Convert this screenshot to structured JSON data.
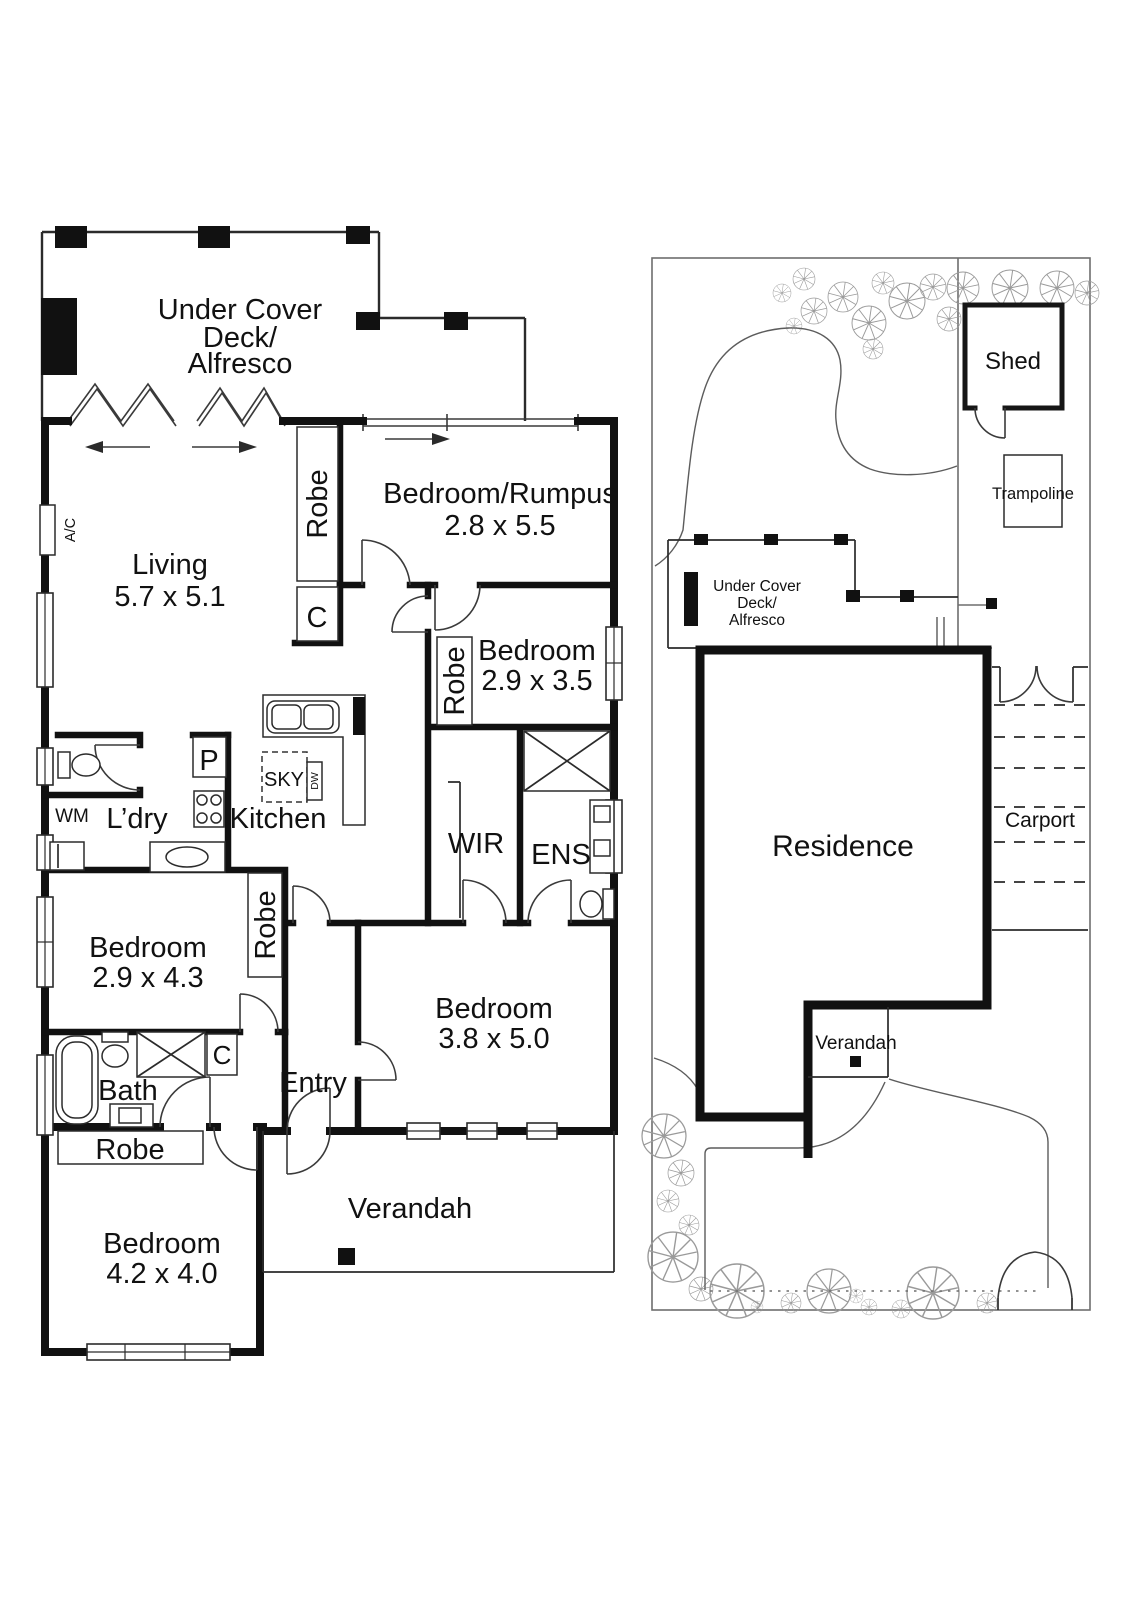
{
  "floor_plan": {
    "deck": {
      "label_lines": [
        "Under Cover",
        "Deck/",
        "Alfresco"
      ]
    },
    "rooms": {
      "living": {
        "name": "Living",
        "dims": "5.7 x 5.1"
      },
      "rumpus": {
        "name": "Bedroom/Rumpus",
        "dims": "2.8 x 5.5"
      },
      "bed_2935": {
        "name": "Bedroom",
        "dims": "2.9 x 3.5"
      },
      "bed_2943": {
        "name": "Bedroom",
        "dims": "2.9 x 4.3"
      },
      "bed_3850": {
        "name": "Bedroom",
        "dims": "3.8 x 5.0"
      },
      "bed_4240": {
        "name": "Bedroom",
        "dims": "4.2 x 4.0"
      },
      "kitchen": {
        "name": "Kitchen"
      },
      "laundry": {
        "name": "L’dry"
      },
      "bath": {
        "name": "Bath"
      },
      "entry": {
        "name": "Entry"
      },
      "wir": {
        "name": "WIR"
      },
      "ens": {
        "name": "ENS"
      },
      "verandah": {
        "name": "Verandah"
      }
    },
    "small_labels": {
      "robe": "Robe",
      "cupboard": "C",
      "pantry": "P",
      "skylight": "SKY",
      "dishwasher": "DW",
      "washing_machine": "WM",
      "air_conditioner": "A/C"
    }
  },
  "site_plan": {
    "labels": {
      "shed": "Shed",
      "trampoline": "Trampoline",
      "residence": "Residence",
      "carport": "Carport",
      "verandah": "Verandah",
      "deck_lines": [
        "Under Cover",
        "Deck/",
        "Alfresco"
      ]
    }
  },
  "colors": {
    "wall": "#111111",
    "thin_line": "#2b2b2b",
    "tree": "#9a9a9a",
    "background": "#ffffff"
  }
}
